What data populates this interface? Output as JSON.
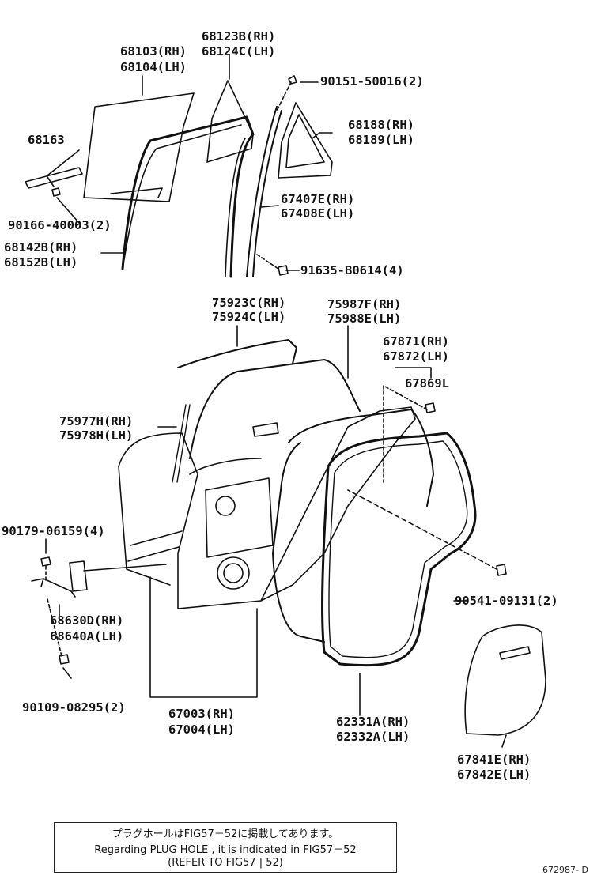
{
  "parts": [
    {
      "id": "p_68123",
      "lines": [
        "68123B(RH)",
        "68124C(LH)"
      ]
    },
    {
      "id": "p_68103",
      "lines": [
        "68103(RH)",
        "68104(LH)"
      ]
    },
    {
      "id": "p_90151",
      "lines": [
        "90151-50016(2)"
      ]
    },
    {
      "id": "p_68163",
      "lines": [
        "68163"
      ]
    },
    {
      "id": "p_68188",
      "lines": [
        "68188(RH)",
        "68189(LH)"
      ]
    },
    {
      "id": "p_67407",
      "lines": [
        "67407E(RH)",
        "67408E(LH)"
      ]
    },
    {
      "id": "p_90166",
      "lines": [
        "90166-40003(2)"
      ]
    },
    {
      "id": "p_68142",
      "lines": [
        "68142B(RH)",
        "68152B(LH)"
      ]
    },
    {
      "id": "p_91635",
      "lines": [
        "91635-B0614(4)"
      ]
    },
    {
      "id": "p_75923",
      "lines": [
        "75923C(RH)",
        "75924C(LH)"
      ]
    },
    {
      "id": "p_75987",
      "lines": [
        "75987F(RH)",
        "75988E(LH)"
      ]
    },
    {
      "id": "p_67871",
      "lines": [
        "67871(RH)",
        "67872(LH)"
      ]
    },
    {
      "id": "p_67869",
      "lines": [
        "67869L"
      ]
    },
    {
      "id": "p_75977",
      "lines": [
        "75977H(RH)",
        "75978H(LH)"
      ]
    },
    {
      "id": "p_90179",
      "lines": [
        "90179-06159(4)"
      ]
    },
    {
      "id": "p_90541",
      "lines": [
        "90541-09131(2)"
      ]
    },
    {
      "id": "p_68630",
      "lines": [
        "68630D(RH)",
        "68640A(LH)"
      ]
    },
    {
      "id": "p_90109",
      "lines": [
        "90109-08295(2)"
      ]
    },
    {
      "id": "p_67003",
      "lines": [
        "67003(RH)",
        "67004(LH)"
      ]
    },
    {
      "id": "p_62331",
      "lines": [
        "62331A(RH)",
        "62332A(LH)"
      ]
    },
    {
      "id": "p_67841",
      "lines": [
        "67841E(RH)",
        "67842E(LH)"
      ]
    }
  ],
  "note": {
    "line1": "プラグホールはFIG57－52に掲載してあります。",
    "line2": "Regarding PLUG HOLE , it is indicated in FIG57－52",
    "line3": "(REFER TO FIG57 | 52)"
  },
  "figure_id": "672987- D"
}
